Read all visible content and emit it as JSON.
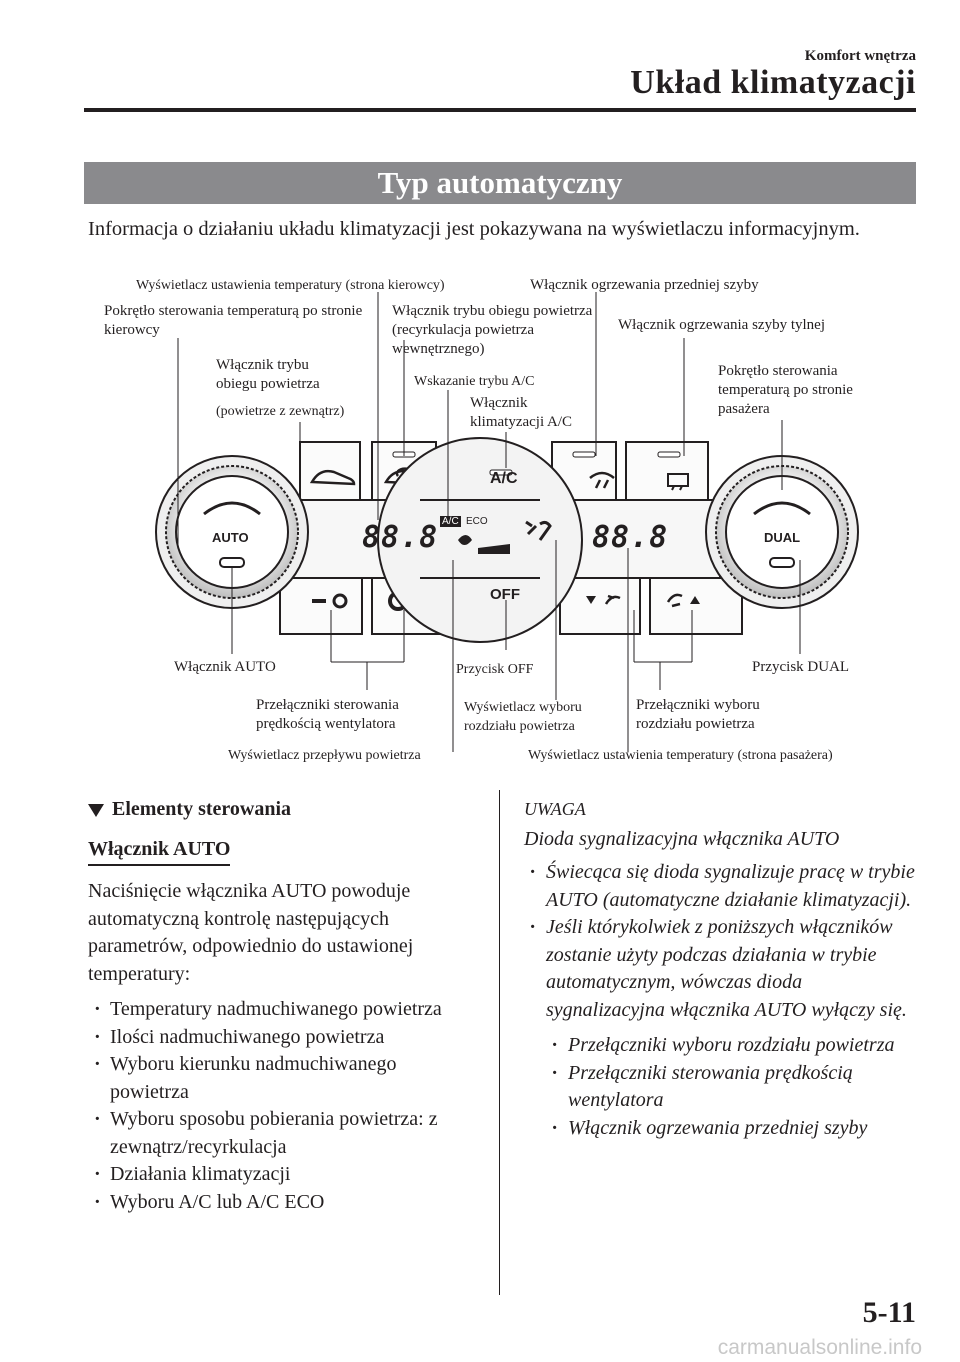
{
  "header": {
    "section": "Komfort wnętrza",
    "title": "Układ klimatyzacji"
  },
  "banner": "Typ automatyczny",
  "intro": "Informacja o działaniu układu klimatyzacji jest pokazywana na wyświetlaczu informacyjnym.",
  "diagram": {
    "labels": {
      "temp_disp_driver": "Wyświetlacz ustawienia temperatury (strona kierowcy)",
      "front_defrost": "Włącznik ogrzewania przedniej szyby",
      "temp_knob_driver": "Pokrętło sterowania temperaturą po stronie kierowcy",
      "recirc": "Włącznik trybu obiegu powietrza (recyrkulacja powietrza wewnętrznego)",
      "rear_defrost": "Włącznik ogrzewania szyby tylnej",
      "fresh_1": "Włącznik trybu",
      "fresh_2": "obiegu powietrza",
      "fresh_3": "(powietrze z zewnątrz)",
      "ac_indicator": "Wskazanie trybu A/C",
      "ac_switch": "Włącznik klimatyzacji A/C",
      "temp_knob_pass": "Pokrętło sterowania temperaturą po stronie pasażera",
      "auto_switch": "Włącznik AUTO",
      "off_button": "Przycisk OFF",
      "dual_button": "Przycisk DUAL",
      "fan_switches": "Przełączniki sterowania prędkością wentylatora",
      "mode_display": "Wyświetlacz wyboru rozdziału powietrza",
      "mode_switches": "Przełączniki  wyboru rozdziału powietrza",
      "airflow_display": "Wyświetlacz przepływu powietrza",
      "temp_disp_pass": "Wyświetlacz ustawienia temperatury (strona pasażera)"
    },
    "panel": {
      "auto": "AUTO",
      "dual": "DUAL",
      "ac": "A/C",
      "off": "OFF",
      "temp_left": "88.8",
      "temp_right": "88.8",
      "ac_badge": "A/C",
      "eco": "ECO"
    }
  },
  "left_col": {
    "section_title": "Elementy sterowania",
    "subtitle": "Włącznik AUTO",
    "para": "Naciśnięcie włącznika AUTO powoduje automatyczną kontrolę następujących parametrów, odpowiednio do ustawionej temperatury:",
    "items": [
      "Temperatury nadmuchiwanego powietrza",
      "Ilości nadmuchiwanego powietrza",
      "Wyboru kierunku nadmuchiwanego powietrza",
      "Wyboru sposobu pobierania powietrza: z zewnątrz/recyrkulacja",
      "Działania klimatyzacji",
      "Wyboru A/C lub A/C ECO"
    ]
  },
  "right_col": {
    "note_title": "UWAGA",
    "note_sub": "Dioda sygnalizacyjna włącznika AUTO",
    "items": [
      "Świecąca się dioda sygnalizuje pracę w trybie AUTO (automatyczne działanie klimatyzacji).",
      "Jeśli którykolwiek z poniższych włączników zostanie użyty podczas działania w trybie automatycznym, wówczas dioda sygnalizacyjna włącznika AUTO wyłączy się."
    ],
    "subitems": [
      "Przełączniki wyboru rozdziału powietrza",
      "Przełączniki sterowania prędkością wentylatora",
      "Włącznik ogrzewania przedniej szyby"
    ]
  },
  "page_number": "5-11",
  "watermark": "carmanualsonline.info"
}
